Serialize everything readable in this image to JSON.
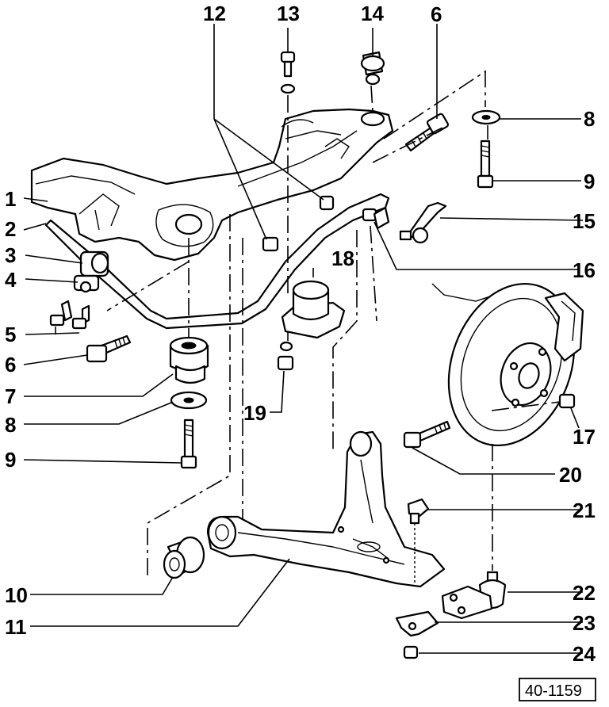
{
  "callouts": [
    "1",
    "2",
    "3",
    "4",
    "5",
    "6",
    "6",
    "7",
    "8",
    "8",
    "9",
    "9",
    "10",
    "11",
    "12",
    "13",
    "14",
    "15",
    "16",
    "17",
    "18",
    "19",
    "20",
    "21",
    "22",
    "23",
    "24"
  ],
  "reference": "40-1159"
}
